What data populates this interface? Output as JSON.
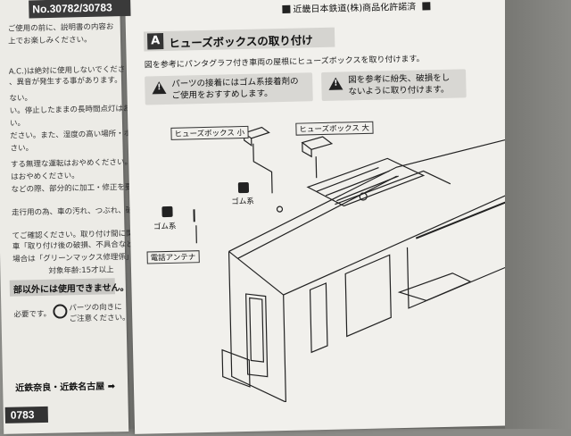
{
  "header": {
    "product_number": "No.30782/30783",
    "license": "近畿日本鉄道(株)商品化許諾済"
  },
  "section": {
    "letter": "A",
    "title": "ヒューズボックスの取り付け",
    "intro": "図を参考にパンタグラフ付き車両の屋根にヒューズボックスを取り付けます。",
    "warning1": [
      "パーツの接着にはゴム系接着剤の",
      "ご使用をおすすめします。"
    ],
    "warning2": [
      "図を参考に紛失、破損をし",
      "ないように取り付けます。"
    ]
  },
  "diagram": {
    "fusebox_small": "ヒューズボックス 小",
    "fusebox_large": "ヒューズボックス 大",
    "glue1": "ゴム系",
    "glue2": "ゴム系",
    "antenna": "電話アンテナ"
  },
  "left_sheet": {
    "lines": [
      "ご使用の前に、説明書の内容お",
      "上でお楽しみください。",
      "A.C.)は絶対に使用しないでくださ",
      "、異音が発生する事があります。",
      "ない。",
      "い。停止したままの長時間点灯はおやめく",
      "い。",
      "ださい。また、湿度の高い場所・ホコリの",
      "さい。",
      "する無理な運転はおやめください。過度な",
      "はおやめください。",
      "などの際、部分的に加工・修正を要する",
      "",
      "走行用の為、車の汚れ、つぶれ、破損等に",
      "",
      "てご確認ください。取り付け間に関しては、",
      "車「取り付け後の破損、不具合などに対し",
      "場合は「グリーンマックス修理係」で",
      "対象年齢:15才以上"
    ],
    "strip": "部以外には使用できません。",
    "note_left": "必要です。",
    "note_right": [
      "パーツの向きに",
      "ご注意ください。"
    ],
    "route": "近鉄奈良・近鉄名古屋 ➡",
    "bottom_number": "0783"
  }
}
